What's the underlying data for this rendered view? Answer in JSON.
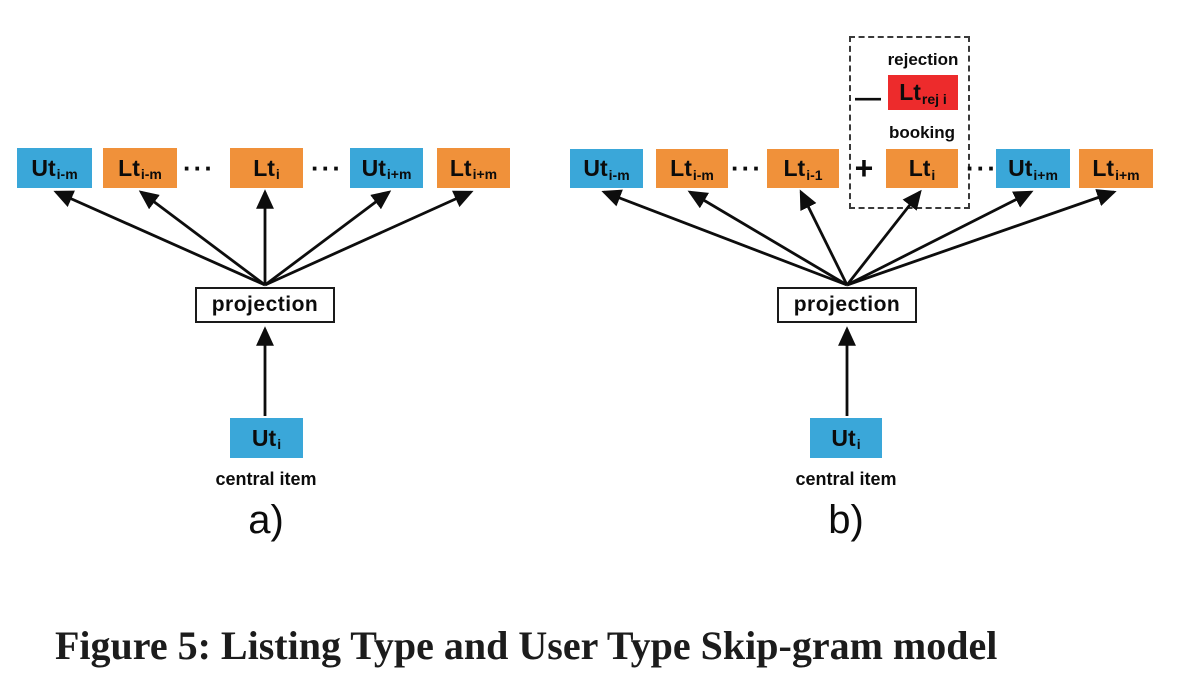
{
  "caption": "Figure 5: Listing Type and User Type Skip-gram model",
  "colors": {
    "blue": "#3aa7d9",
    "orange": "#f0913a",
    "red": "#ed2b2c",
    "ink": "#111111"
  },
  "diagram_a": {
    "label": "a)",
    "projection_label": "projection",
    "central_item_caption": "central item",
    "ellipsis": "···",
    "central_box": {
      "text": "Ut",
      "sub": "i"
    },
    "output_boxes": [
      {
        "text": "Ut",
        "sub": "i-m",
        "color": "blue"
      },
      {
        "text": "Lt",
        "sub": "i-m",
        "color": "orange"
      },
      {
        "text": "Lt",
        "sub": "i",
        "color": "orange"
      },
      {
        "text": "Ut",
        "sub": "i+m",
        "color": "blue"
      },
      {
        "text": "Lt",
        "sub": "i+m",
        "color": "orange"
      }
    ]
  },
  "diagram_b": {
    "label": "b)",
    "projection_label": "projection",
    "central_item_caption": "central item",
    "ellipsis": "···",
    "minus_sign": "—",
    "plus_sign": "+",
    "rejection_label": "rejection",
    "booking_label": "booking",
    "rejection_box": {
      "text": "Lt",
      "sub": "rej i",
      "color": "red"
    },
    "central_box": {
      "text": "Ut",
      "sub": "i"
    },
    "output_boxes": [
      {
        "text": "Ut",
        "sub": "i-m",
        "color": "blue"
      },
      {
        "text": "Lt",
        "sub": "i-m",
        "color": "orange"
      },
      {
        "text": "Lt",
        "sub": "i-1",
        "color": "orange"
      },
      {
        "text": "Lt",
        "sub": "i",
        "color": "orange"
      },
      {
        "text": "Ut",
        "sub": "i+m",
        "color": "blue"
      },
      {
        "text": "Lt",
        "sub": "i+m",
        "color": "orange"
      }
    ]
  }
}
